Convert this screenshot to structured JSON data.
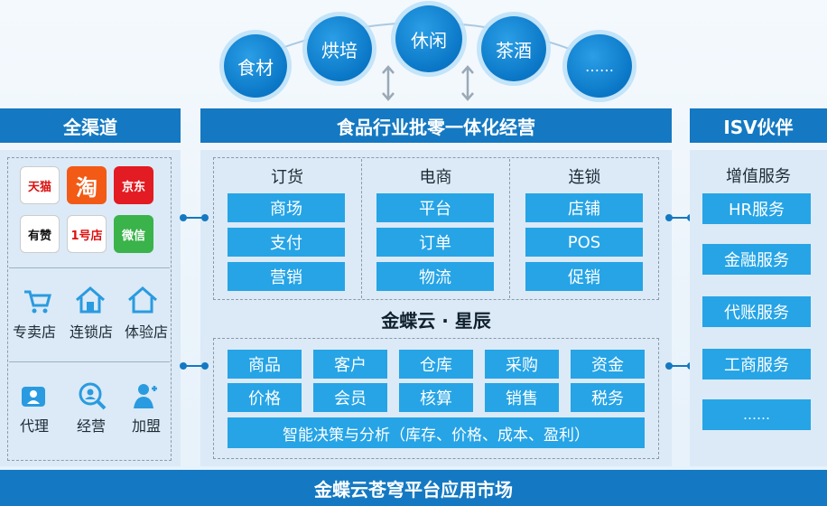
{
  "top_circles": [
    "食材",
    "烘培",
    "休闲",
    "茶酒",
    "……"
  ],
  "headers": {
    "channels": "全渠道",
    "center": "食品行业批零一体化经营",
    "isv": "ISV伙伴"
  },
  "center_top": {
    "columns": [
      {
        "title": "订货",
        "items": [
          "商场",
          "支付",
          "营销"
        ]
      },
      {
        "title": "电商",
        "items": [
          "平台",
          "订单",
          "物流"
        ]
      },
      {
        "title": "连锁",
        "items": [
          "店铺",
          "POS",
          "促销"
        ]
      }
    ]
  },
  "platform_title": "金蝶云 · 星辰",
  "center_bottom": {
    "row1": [
      "商品",
      "客户",
      "仓库",
      "采购",
      "资金"
    ],
    "row2": [
      "价格",
      "会员",
      "核算",
      "销售",
      "税务"
    ],
    "analysis": "智能决策与分析（库存、价格、成本、盈利）"
  },
  "channels": {
    "apps": [
      "天猫",
      "淘",
      "京东",
      "有赞",
      "1号店",
      "微信"
    ],
    "stores": [
      "专卖店",
      "连锁店",
      "体验店"
    ],
    "agents": [
      "代理",
      "经营",
      "加盟"
    ]
  },
  "isv": {
    "title": "增值服务",
    "items": [
      "HR服务",
      "金融服务",
      "代账服务",
      "工商服务",
      "……"
    ]
  },
  "footer": "金蝶云苍穹平台应用市场",
  "colors": {
    "primary": "#1479c2",
    "button": "#26a4e6",
    "panel": "#dbeaf6"
  }
}
